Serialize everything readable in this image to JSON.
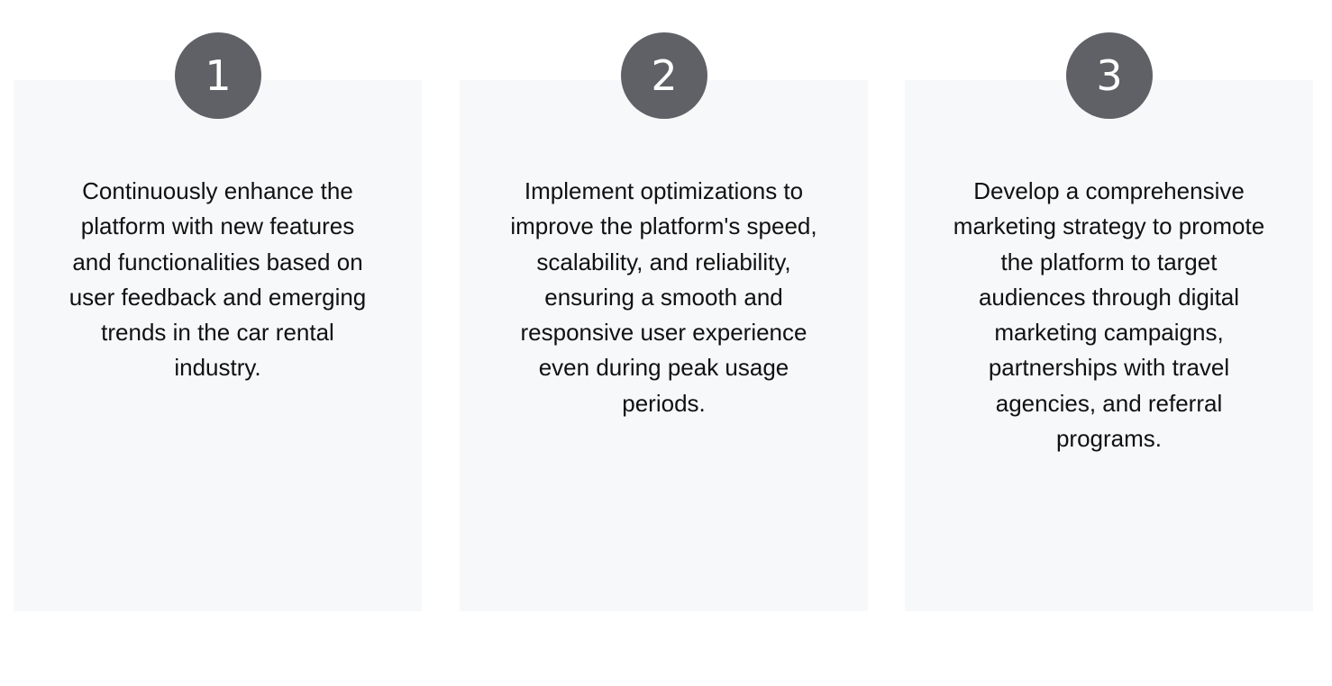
{
  "steps": [
    {
      "number": "1",
      "text": "Continuously enhance the platform with new features and functionalities based on user feedback and emerging trends in the car rental industry."
    },
    {
      "number": "2",
      "text": "Implement optimizations to improve the platform's speed, scalability, and reliability, ensuring a smooth and responsive user experience even during peak usage periods."
    },
    {
      "number": "3",
      "text": "Develop a comprehensive marketing strategy to promote the platform to target audiences through digital marketing campaigns, partnerships with travel agencies, and referral programs."
    }
  ],
  "colors": {
    "card_background": "#f7f8fa",
    "badge_background": "#5f6166",
    "badge_text": "#ffffff",
    "body_text": "#111111"
  }
}
